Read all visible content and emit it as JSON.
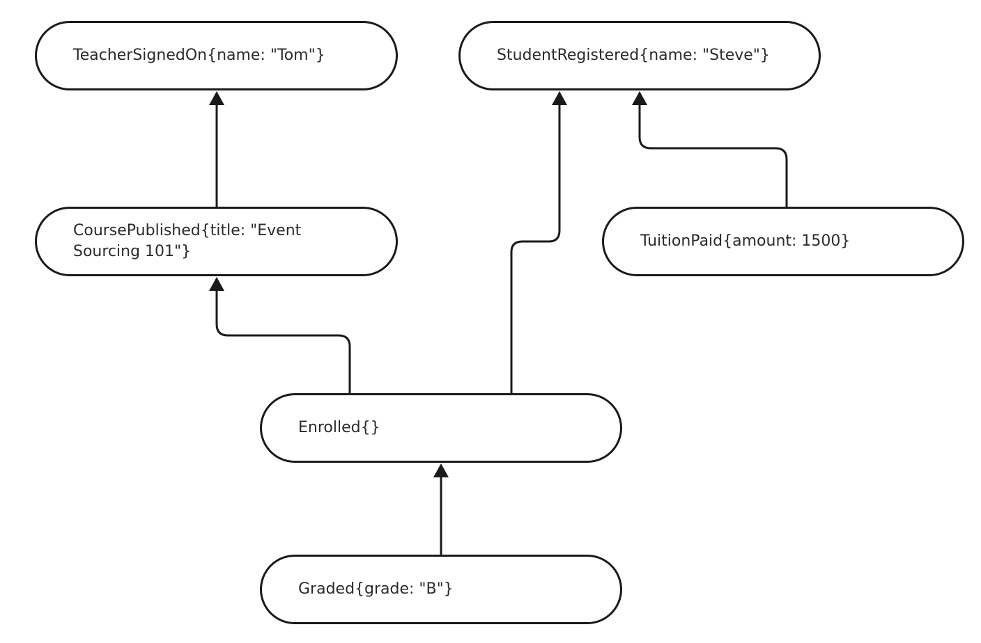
{
  "nodes": {
    "teacher_signed_on": "TeacherSignedOn{name: \"Tom\"}",
    "student_registered": "StudentRegistered{name: \"Steve\"}",
    "course_published": "CoursePublished{title: \"Event Sourcing 101\"}",
    "tuition_paid": "TuitionPaid{amount: 1500}",
    "enrolled": "Enrolled{}",
    "graded": "Graded{grade: \"B\"}"
  },
  "edges": [
    {
      "from": "course_published",
      "to": "teacher_signed_on"
    },
    {
      "from": "enrolled",
      "to": "course_published"
    },
    {
      "from": "enrolled",
      "to": "student_registered"
    },
    {
      "from": "tuition_paid",
      "to": "student_registered"
    },
    {
      "from": "graded",
      "to": "enrolled"
    }
  ],
  "colors": {
    "stroke": "#1a1a1a",
    "text": "#2b2b2b",
    "background": "#ffffff"
  }
}
